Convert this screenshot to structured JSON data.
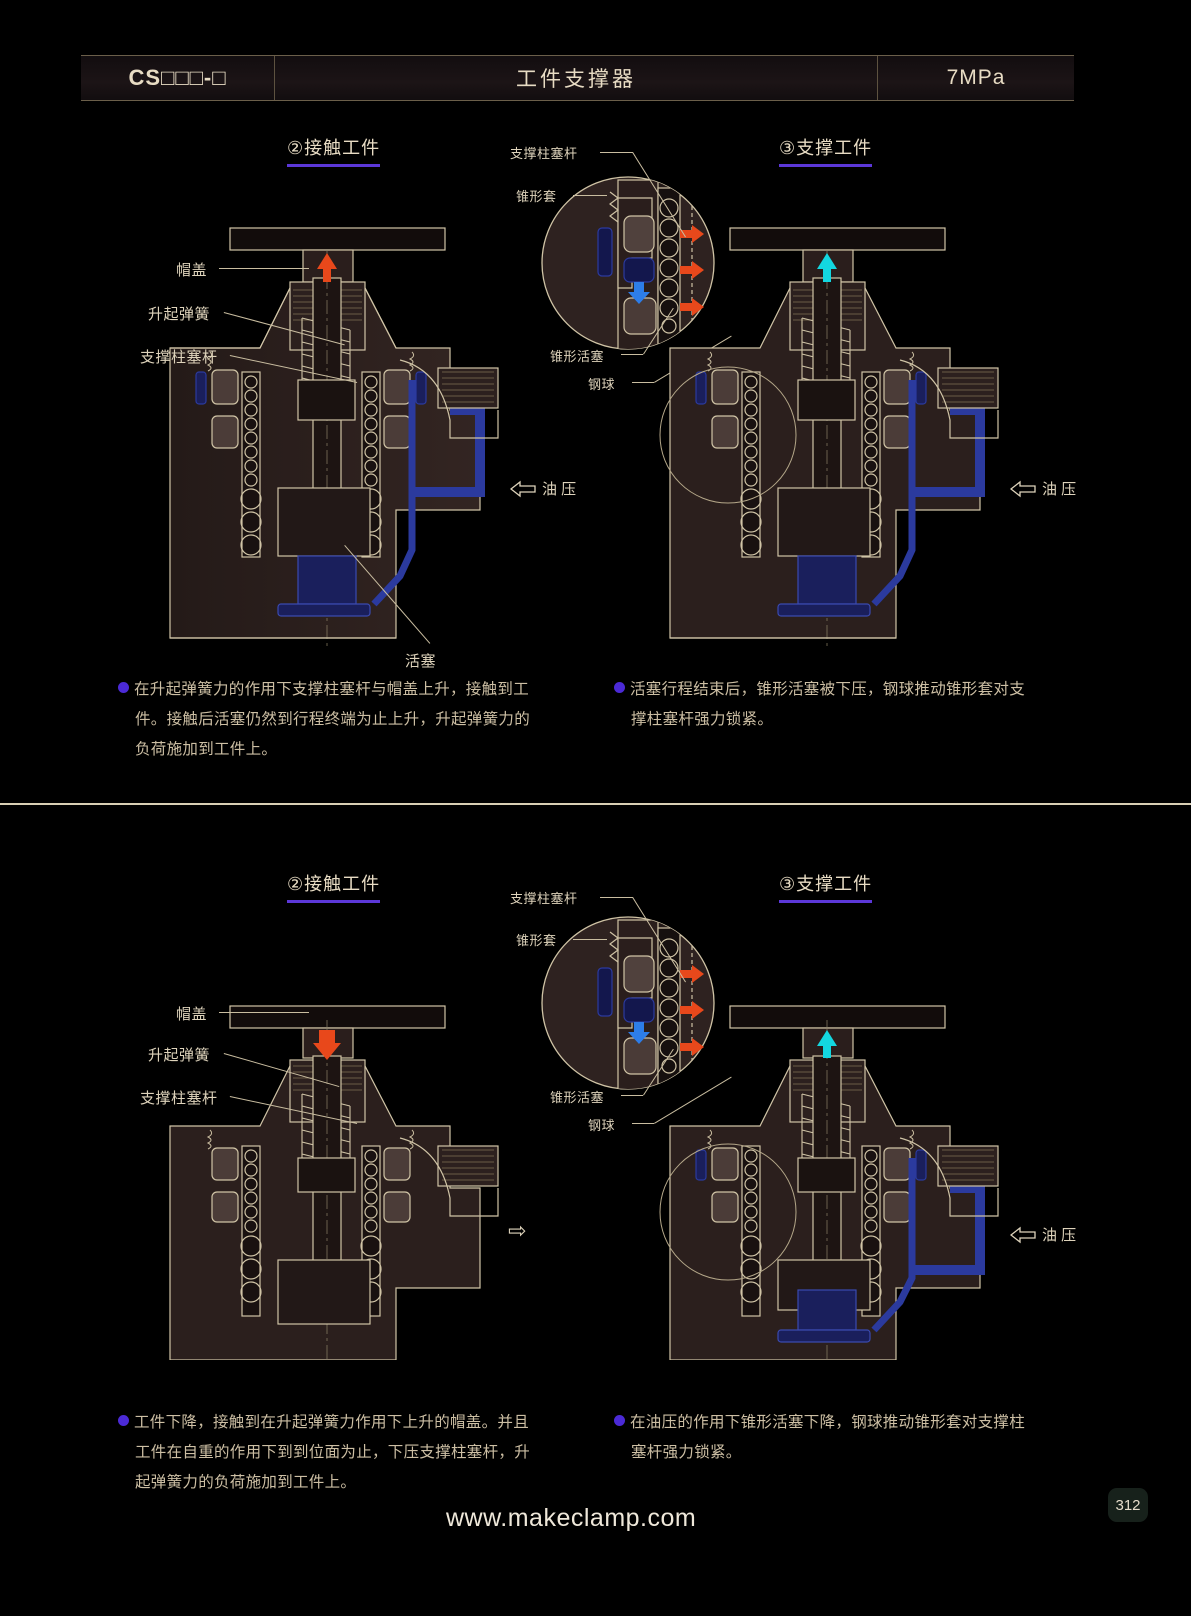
{
  "header": {
    "model_code": "CS□□□-□",
    "title": "工件支撑器",
    "pressure": "7MPa"
  },
  "colors": {
    "background": "#000000",
    "line": "#d9cfb4",
    "body_fill": "#2b1f1d",
    "oil_blue": "#1a1f5c",
    "accent_underline": "#5b37d8",
    "bullet": "#4b2ad6",
    "arrow_red": "#e8481b",
    "arrow_cyan": "#13d7e0",
    "arrow_blue": "#2d7de8",
    "text": "#ded3bb"
  },
  "sections": [
    {
      "id": "section-top",
      "left_panel": {
        "step_title": "②接触工件",
        "labels": [
          {
            "name": "cap",
            "text": "帽盖"
          },
          {
            "name": "rising-spring",
            "text": "升起弹簧"
          },
          {
            "name": "support-plunger-rod",
            "text": "支撑柱塞杆"
          },
          {
            "name": "piston",
            "text": "活塞"
          }
        ],
        "oil_label": "油 压",
        "arrow": {
          "direction": "up",
          "color": "#e8481b"
        },
        "caption_lines": [
          "在升起弹簧力的作用下支撑柱塞杆与帽盖上升，接触到工",
          "件。接触后活塞仍然到行程终端为止上升，升起弹簧力的",
          "负荷施加到工件上。"
        ]
      },
      "right_panel": {
        "step_title": "③支撑工件",
        "oil_label": "油 压",
        "arrow": {
          "direction": "up",
          "color": "#13d7e0"
        },
        "caption_lines": [
          "活塞行程结束后，锥形活塞被下压，钢球推动锥形套对支",
          "撑柱塞杆强力锁紧。"
        ]
      },
      "detail_circle": {
        "labels": [
          {
            "name": "support-plunger-rod",
            "text": "支撑柱塞杆"
          },
          {
            "name": "conical-sleeve",
            "text": "锥形套"
          },
          {
            "name": "conical-piston",
            "text": "锥形活塞"
          },
          {
            "name": "steel-ball",
            "text": "钢球"
          }
        ],
        "arrows": {
          "ball_push": {
            "direction": "right",
            "color": "#e8481b",
            "count": 3
          },
          "piston_push": {
            "direction": "down",
            "color": "#2d7de8",
            "count": 1
          }
        }
      }
    },
    {
      "id": "section-bottom",
      "left_panel": {
        "step_title": "②接触工件",
        "labels": [
          {
            "name": "cap",
            "text": "帽盖"
          },
          {
            "name": "rising-spring",
            "text": "升起弹簧"
          },
          {
            "name": "support-plunger-rod",
            "text": "支撑柱塞杆"
          }
        ],
        "arrow": {
          "direction": "down",
          "color": "#e8481b"
        },
        "flow_marker": "⇨",
        "caption_lines": [
          "工件下降，接触到在升起弹簧力作用下上升的帽盖。并且",
          "工件在自重的作用下到到位面为止，下压支撑柱塞杆，升",
          "起弹簧力的负荷施加到工件上。"
        ]
      },
      "right_panel": {
        "step_title": "③支撑工件",
        "oil_label": "油 压",
        "arrow": {
          "direction": "up",
          "color": "#13d7e0"
        },
        "caption_lines": [
          "在油压的作用下锥形活塞下降，钢球推动锥形套对支撑柱",
          "塞杆强力锁紧。"
        ]
      },
      "detail_circle": {
        "labels": [
          {
            "name": "support-plunger-rod",
            "text": "支撑柱塞杆"
          },
          {
            "name": "conical-sleeve",
            "text": "锥形套"
          },
          {
            "name": "conical-piston",
            "text": "锥形活塞"
          },
          {
            "name": "steel-ball",
            "text": "钢球"
          }
        ],
        "arrows": {
          "ball_push": {
            "direction": "right",
            "color": "#e8481b",
            "count": 3
          },
          "piston_push": {
            "direction": "down",
            "color": "#2d7de8",
            "count": 1
          }
        }
      }
    }
  ],
  "footer": {
    "url": "www.makeclamp.com",
    "page_number": "312"
  }
}
